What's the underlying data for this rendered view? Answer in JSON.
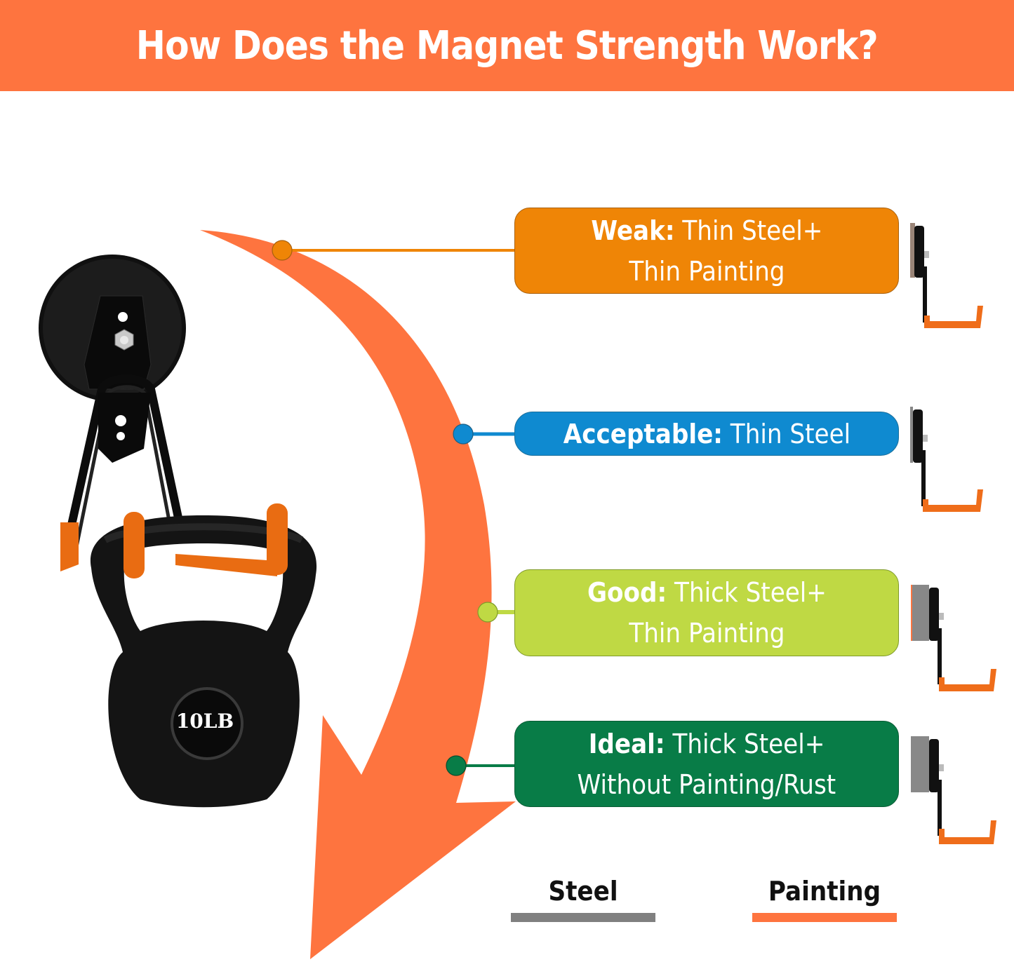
{
  "header": {
    "title": "How Does the Magnet Strength Work?"
  },
  "colors": {
    "banner": "#fe743f",
    "arrow": "#fe743f",
    "weak": "#ef8506",
    "acceptable": "#0f8ad0",
    "good": "#bfd944",
    "ideal": "#087c47",
    "steel": "#808080",
    "painting": "#fe743f"
  },
  "levels": [
    {
      "level": "Weak:",
      "line1_rest": " Thin Steel+",
      "line2": "Thin Painting"
    },
    {
      "level": "Acceptable:",
      "line1_rest": " Thin Steel",
      "line2": ""
    },
    {
      "level": "Good:",
      "line1_rest": " Thick Steel+",
      "line2": "Thin Painting"
    },
    {
      "level": "Ideal:",
      "line1_rest": " Thick Steel+",
      "line2": "Without Painting/Rust"
    }
  ],
  "product": {
    "kettlebell_label": "10LB"
  },
  "legend": [
    {
      "label": "Steel",
      "color": "#808080"
    },
    {
      "label": "Painting",
      "color": "#fe743f"
    }
  ]
}
